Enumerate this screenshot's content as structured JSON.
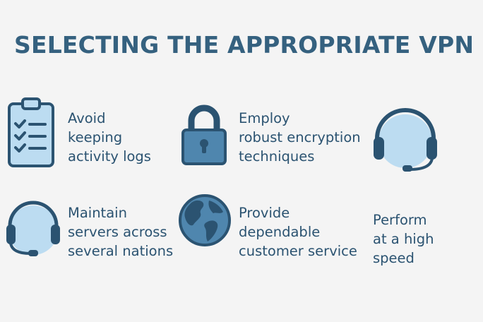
{
  "title": "SELECTING THE APPROPRIATE VPN",
  "features": [
    {
      "icon": "clipboard-checklist-icon",
      "text": "Avoid\nkeeping\nactivity logs"
    },
    {
      "icon": "padlock-icon",
      "text": "Employ\nrobust encryption\ntechniques"
    },
    {
      "icon": "headset-icon",
      "text": ""
    },
    {
      "icon": "headset-icon",
      "text": "Maintain\nservers across\nseveral nations"
    },
    {
      "icon": "globe-icon",
      "text": "Provide\ndependable\ncustomer service"
    },
    {
      "icon": "",
      "text": "Perform\nat a high\nspeed"
    }
  ],
  "colors": {
    "primary": "#2b5371",
    "icon_fill": "#4f86ae",
    "light_fill": "#bcdcf1",
    "background": "#f4f4f4"
  }
}
